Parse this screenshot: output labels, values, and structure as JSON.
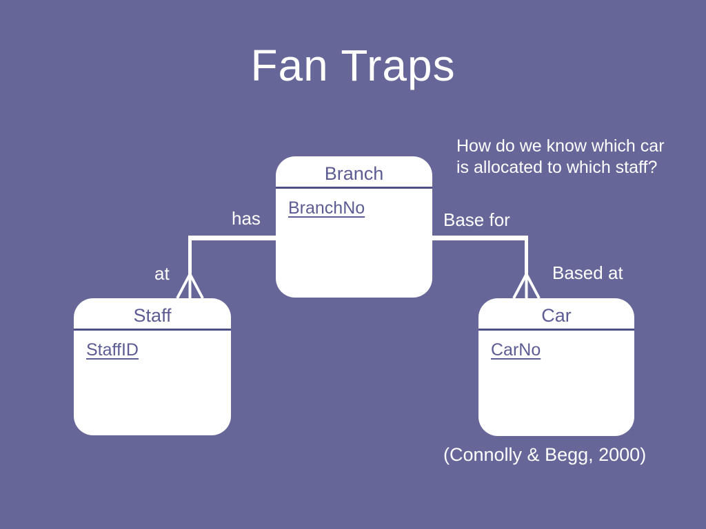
{
  "slide": {
    "title": "Fan Traps",
    "question": "How do we know which car\nis allocated to which staff?",
    "citation": "(Connolly & Begg, 2000)"
  },
  "diagram": {
    "entities": [
      {
        "name": "Branch",
        "attribute": "BranchNo"
      },
      {
        "name": "Staff",
        "attribute": "StaffID"
      },
      {
        "name": "Car",
        "attribute": "CarNo"
      }
    ],
    "relationships": [
      {
        "top_label": "has",
        "bottom_label": "at"
      },
      {
        "top_label": "Base for",
        "bottom_label": "Based at"
      }
    ],
    "icons": [
      {
        "name": "crow-foot-icon",
        "meaning": "many-cardinality connector end"
      }
    ]
  },
  "colors": {
    "background": "#666699",
    "entity_fill": "#ffffff",
    "entity_text": "#5C5C94",
    "entity_divider": "#4F4F87",
    "connector_line": "#ffffff",
    "label_text": "#ffffff"
  }
}
